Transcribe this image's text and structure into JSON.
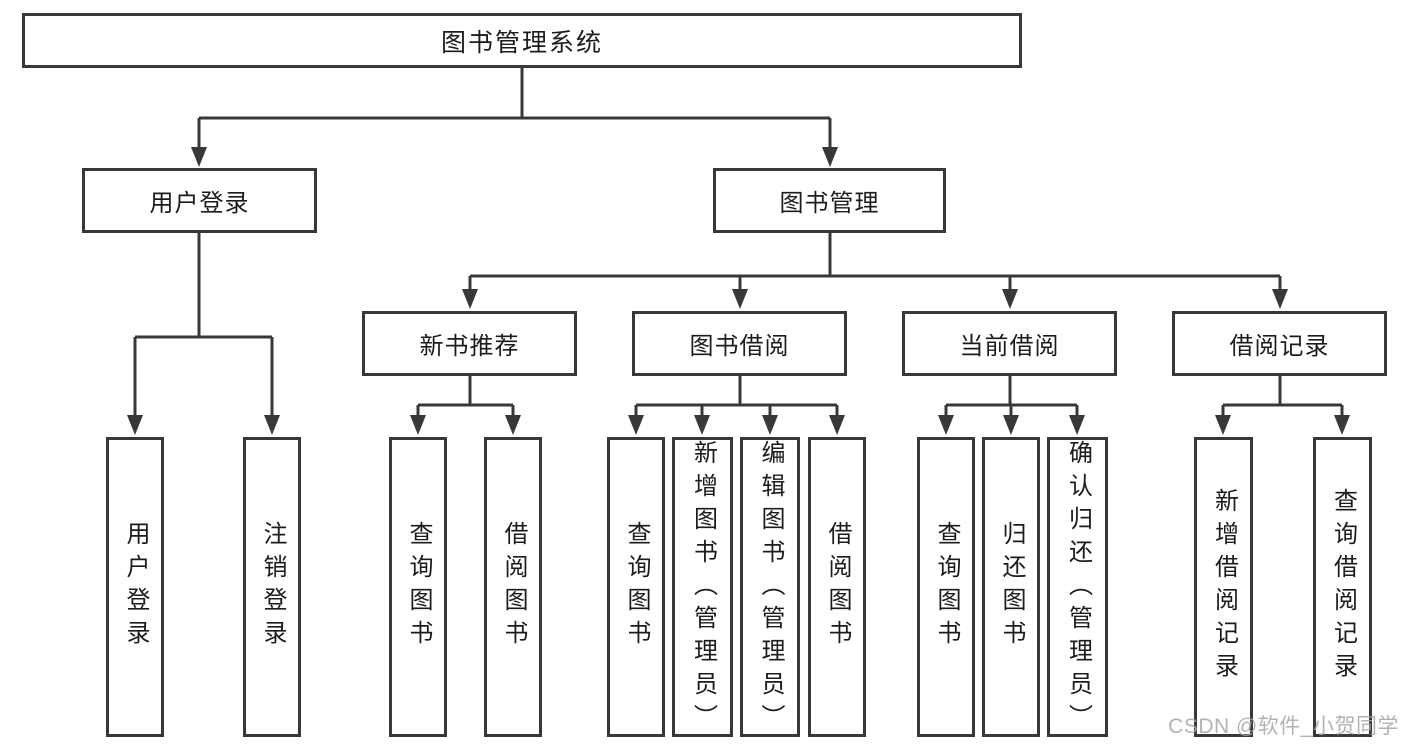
{
  "diagram": {
    "root": {
      "label": "图书管理系统"
    },
    "user_login": {
      "label": "用户登录",
      "children": [
        {
          "label": "用户登录"
        },
        {
          "label": "注销登录"
        }
      ]
    },
    "book_management": {
      "label": "图书管理",
      "children": [
        {
          "label": "新书推荐",
          "children": [
            {
              "label": "查询图书"
            },
            {
              "label": "借阅图书"
            }
          ]
        },
        {
          "label": "图书借阅",
          "children": [
            {
              "label": "查询图书"
            },
            {
              "label": "新增图书（管理员）"
            },
            {
              "label": "编辑图书（管理员）"
            },
            {
              "label": "借阅图书"
            }
          ]
        },
        {
          "label": "当前借阅",
          "children": [
            {
              "label": "查询图书"
            },
            {
              "label": "归还图书"
            },
            {
              "label": "确认归还（管理员）"
            }
          ]
        },
        {
          "label": "借阅记录",
          "children": [
            {
              "label": "新增借阅记录"
            },
            {
              "label": "查询借阅记录"
            }
          ]
        }
      ]
    },
    "watermark": "CSDN @软件_小贺同学",
    "colors": {
      "line": "#383838",
      "text": "#1c1c1c",
      "watermark": "#a4a4a4",
      "background": "#ffffff"
    }
  }
}
